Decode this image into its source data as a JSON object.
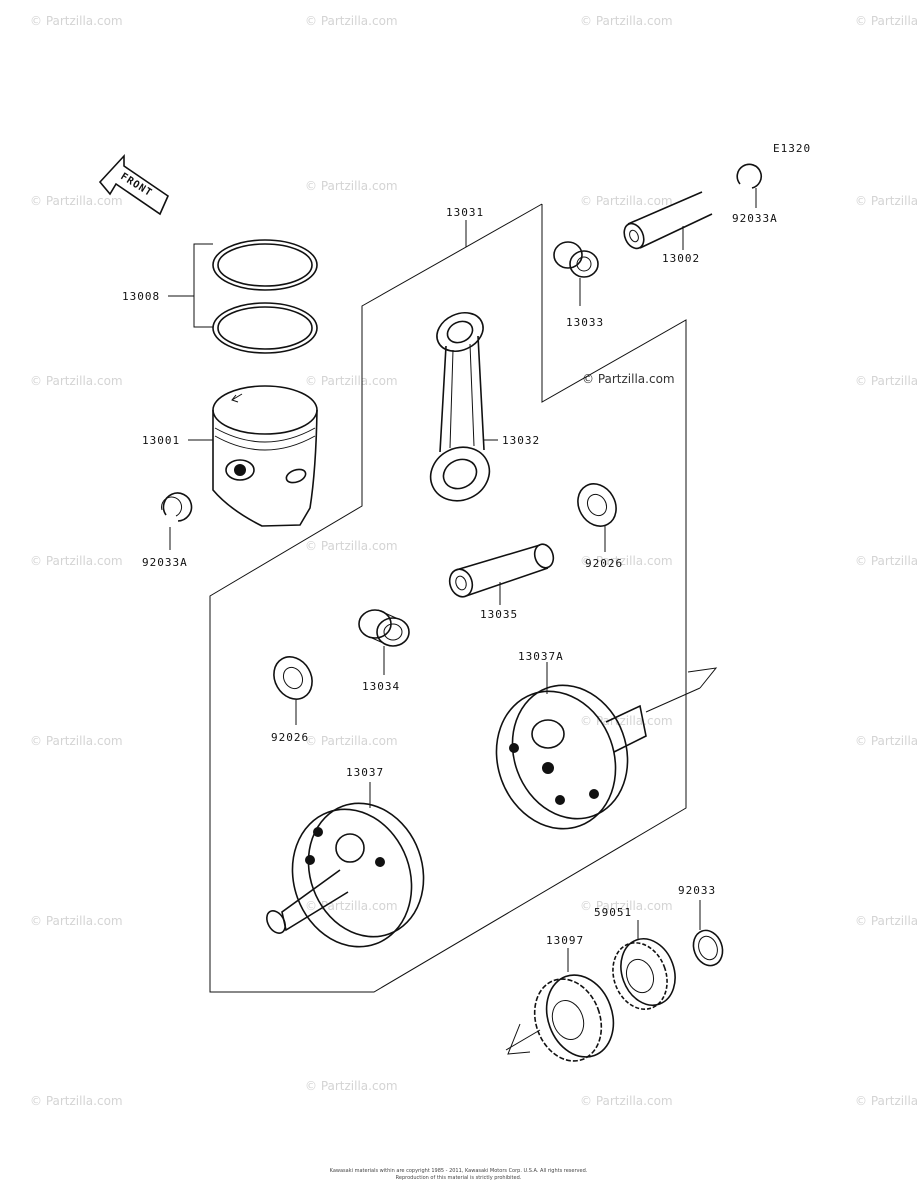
{
  "diagram": {
    "code": "E1320",
    "front_label": "FRONT",
    "watermark": "© Partzilla.com",
    "parts": [
      {
        "id": "p1",
        "number": "13031"
      },
      {
        "id": "p2",
        "number": "13002"
      },
      {
        "id": "p3",
        "number": "92033A"
      },
      {
        "id": "p4",
        "number": "13033"
      },
      {
        "id": "p5",
        "number": "13008"
      },
      {
        "id": "p6",
        "number": "13001"
      },
      {
        "id": "p7",
        "number": "13032"
      },
      {
        "id": "p8",
        "number": "92033A"
      },
      {
        "id": "p9",
        "number": "92026"
      },
      {
        "id": "p10",
        "number": "13035"
      },
      {
        "id": "p11",
        "number": "13034"
      },
      {
        "id": "p12",
        "number": "92026"
      },
      {
        "id": "p13",
        "number": "13037A"
      },
      {
        "id": "p14",
        "number": "13037"
      },
      {
        "id": "p15",
        "number": "92033"
      },
      {
        "id": "p16",
        "number": "59051"
      },
      {
        "id": "p17",
        "number": "13097"
      }
    ],
    "footer_line1": "Kawasaki materials within are copyright 1985 - 2011, Kawasaki Motors Corp. U.S.A. All rights reserved.",
    "footer_line2": "Reproduction of this material is strictly prohibited."
  }
}
